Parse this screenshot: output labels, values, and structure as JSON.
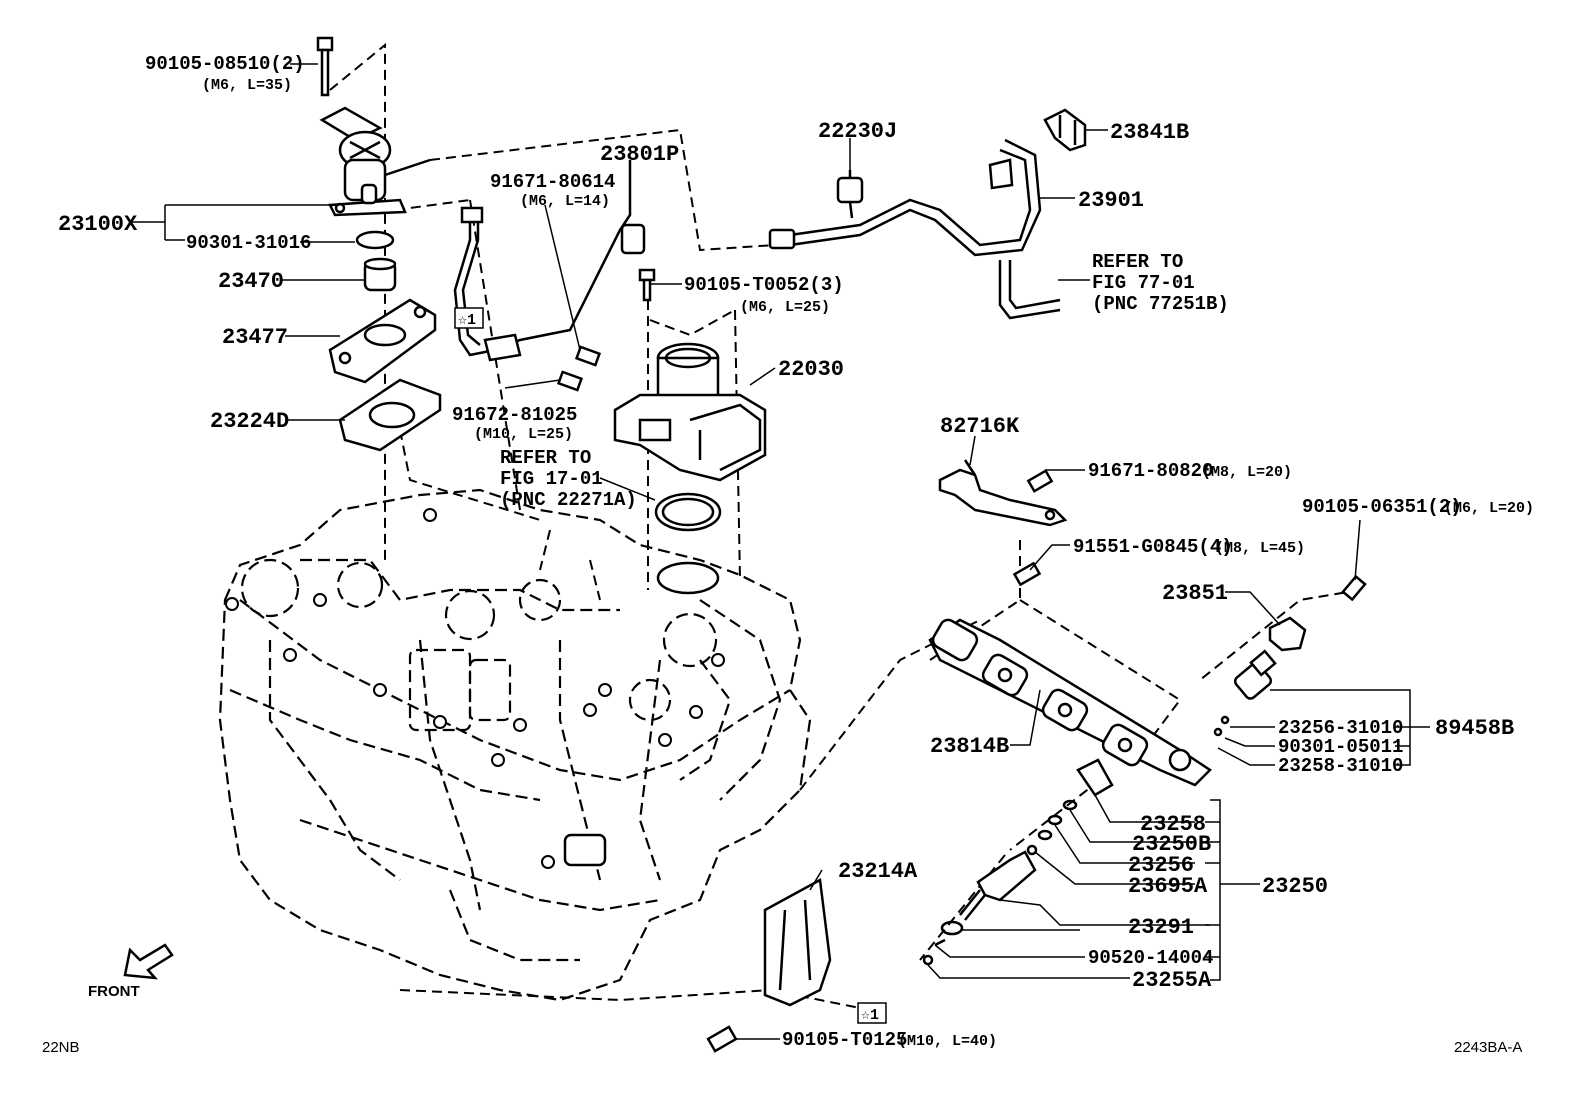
{
  "labels": {
    "p90105_08510": "90105-08510(2)",
    "p90105_08510_spec": "(M6, L=35)",
    "p23100X": "23100X",
    "p90301_31016": "90301-31016",
    "p23470": "23470",
    "p23477": "23477",
    "p23224D": "23224D",
    "p91671_80614": "91671-80614",
    "p91671_80614_spec": "(M6, L=14)",
    "p23801P": "23801P",
    "p91672_81025": "91672-81025",
    "p91672_81025_spec": "(M10, L=25)",
    "refer17_1": "REFER TO",
    "refer17_2": "FIG 17-01",
    "refer17_3": "(PNC 22271A)",
    "p90105_T0052": "90105-T0052(3)",
    "p90105_T0052_spec": "(M6, L=25)",
    "p22030": "22030",
    "p22230J": "22230J",
    "p23841B": "23841B",
    "p23901": "23901",
    "refer77_1": "REFER TO",
    "refer77_2": "FIG 77-01",
    "refer77_3": "(PNC 77251B)",
    "p82716K": "82716K",
    "p91671_80820": "91671-80820",
    "p91671_80820_spec": "(M8, L=20)",
    "p90105_06351": "90105-06351(2)",
    "p90105_06351_spec": "(M6, L=20)",
    "p91551_G0845": "91551-G0845(4)",
    "p91551_G0845_spec": "(M8, L=45)",
    "p23851": "23851",
    "p23814B": "23814B",
    "p23256_31010": "23256-31010",
    "p90301_05011": "90301-05011",
    "p23258_31010": "23258-31010",
    "p89458B": "89458B",
    "p23258": "23258",
    "p23250B": "23250B",
    "p23256": "23256",
    "p23695A": "23695A",
    "p23250": "23250",
    "p23291": "23291",
    "p90520_14004": "90520-14004",
    "p23255A": "23255A",
    "p23214A": "23214A",
    "p90105_T0125": "90105-T0125",
    "p90105_T0125_spec": "(M10, L=40)",
    "star1": "☆1",
    "star1b": "☆1",
    "front": "FRONT",
    "code_left": "22NB",
    "code_right": "2243BA-A"
  }
}
